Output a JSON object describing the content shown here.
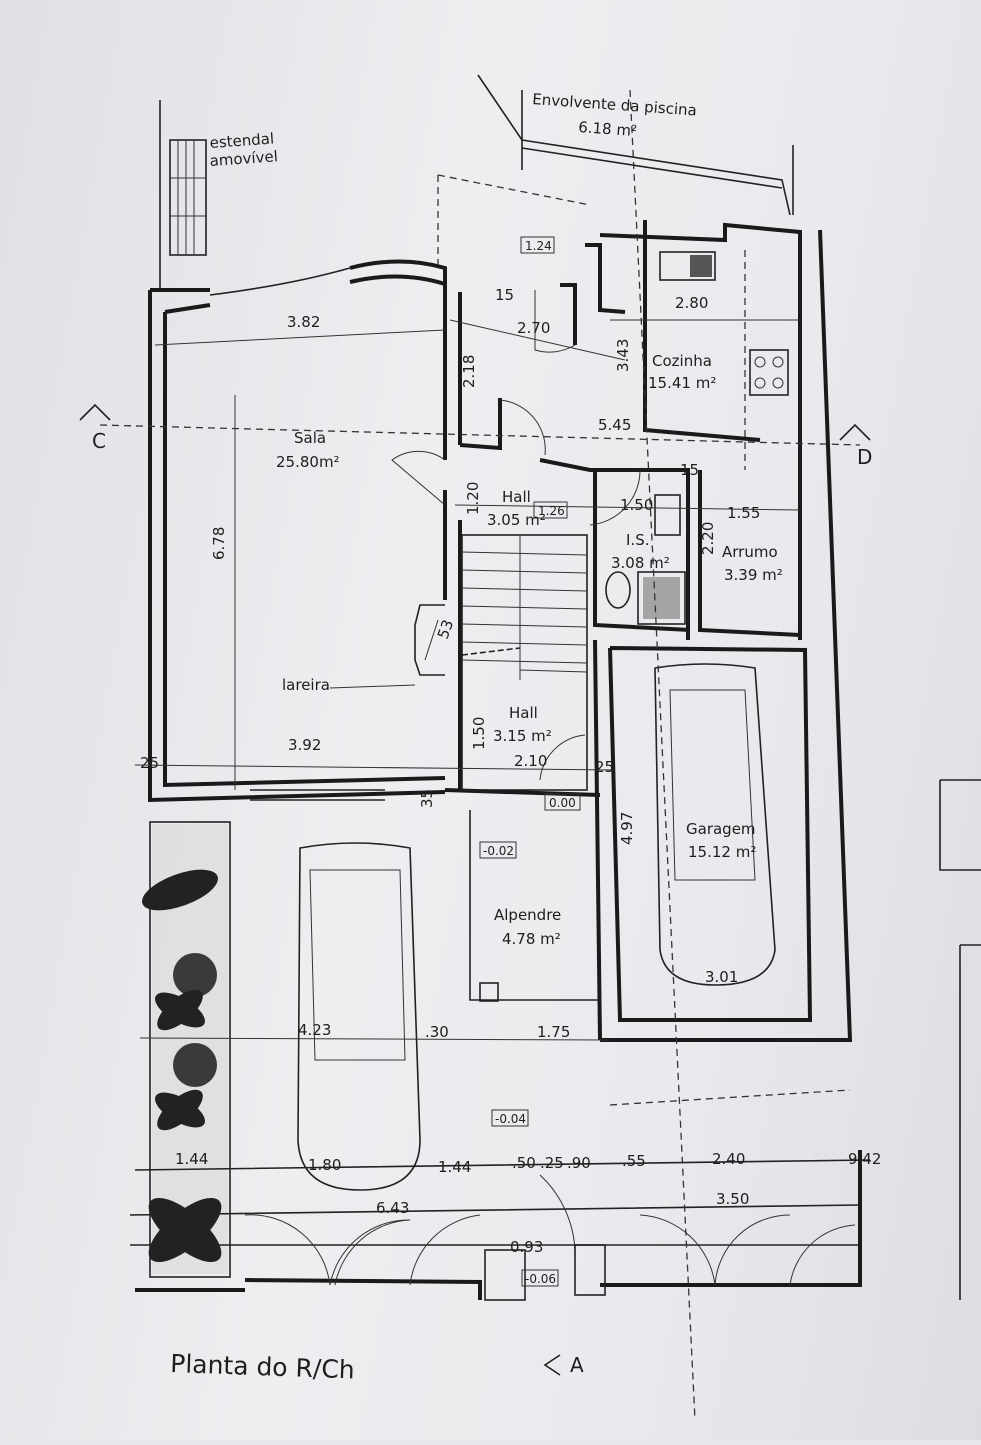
{
  "title": "Planta do R/Ch",
  "sections": {
    "c": "C",
    "d": "D",
    "a": "A"
  },
  "rooms": {
    "piscina": {
      "name": "Envolvente da piscina",
      "area": "6.18 m²"
    },
    "estendal": {
      "line1": "estendal",
      "line2": "amovível"
    },
    "sala": {
      "name": "Sala",
      "area": "25.80m²"
    },
    "cozinha": {
      "name": "Cozinha",
      "area": "15.41 m²"
    },
    "hall1": {
      "name": "Hall",
      "area": "3.05 m²"
    },
    "is": {
      "name": "I.S.",
      "area": "3.08 m²"
    },
    "arrumo": {
      "name": "Arrumo",
      "area": "3.39 m²"
    },
    "hall2": {
      "name": "Hall",
      "area": "3.15 m²"
    },
    "garagem": {
      "name": "Garagem",
      "area": "15.12 m²"
    },
    "alpendre": {
      "name": "Alpendre",
      "area": "4.78 m²"
    },
    "lareira": "lareira"
  },
  "levels": [
    "1.24",
    "1.26",
    "0.00",
    "-0.02",
    "-0.04",
    "-0.06"
  ],
  "dimensions": {
    "sala_top": "3.82",
    "hall_top": "2.70",
    "coz_w": "2.80",
    "hall_h": "2.18",
    "coz_h": "3.43",
    "section_cd": "5.45",
    "hall1_h": "1.20",
    "is_w": "1.50",
    "arrumo_w": "1.55",
    "arrumo_h": "2.20",
    "wall15a": "15",
    "wall15b": "15",
    "sala_h": "6.78",
    "sala_bottom": "3.92",
    "hall2_h": "1.50",
    "hall2_w": "2.10",
    "wall25a": "25",
    "wall25b": "25",
    "wall35": "35",
    "gar_h": "4.97",
    "gar_w": "3.01",
    "front_a": "4.23",
    "front_b": ".30",
    "front_c": "1.75",
    "row1_a": "1.44",
    "row1_b": "1.80",
    "row1_c": "1.44",
    "row1_d": ".50",
    "row1_e": ".25",
    "row1_f": ".90",
    "row1_g": ".55",
    "row1_h": "2.40",
    "row1_total": "9.42",
    "row2_a": "6.43",
    "row2_b": "3.50",
    "gate": "0.93",
    "lareira_w": "53"
  }
}
